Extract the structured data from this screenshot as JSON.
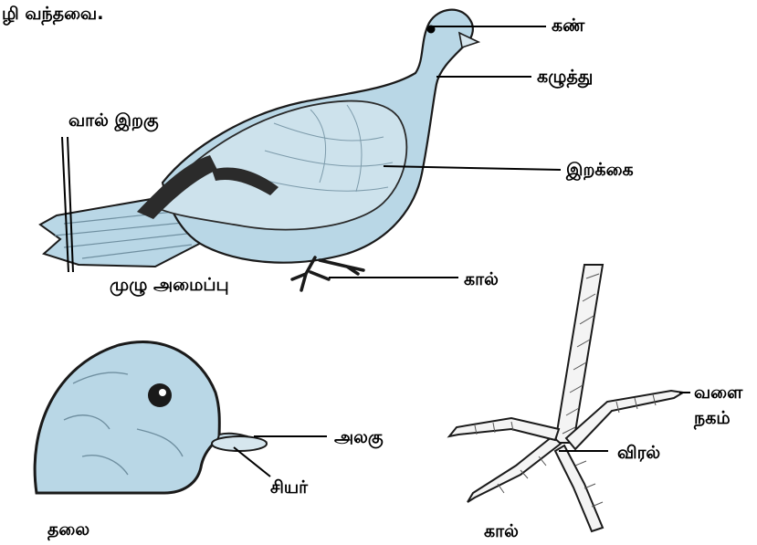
{
  "top_text": "ழி வந்தவை.",
  "colors": {
    "pigeon_body": "#b9d7e6",
    "pigeon_shade": "#8fb3c6",
    "wing_bar": "#2b2b2b",
    "outline": "#1a1a1a"
  },
  "labels": {
    "eye": "கண்",
    "neck": "கழுத்து",
    "tail_feather": "வால் இறகு",
    "wing": "இறக்கை",
    "whole_structure": "முழு அமைப்பு",
    "leg": "கால்",
    "upper_beak": "அலகு",
    "cere": "சியர்",
    "head": "தலை",
    "claw_line1": "வளை",
    "claw_line2": "நகம்",
    "toe": "விரல்",
    "foot": "கால்"
  }
}
